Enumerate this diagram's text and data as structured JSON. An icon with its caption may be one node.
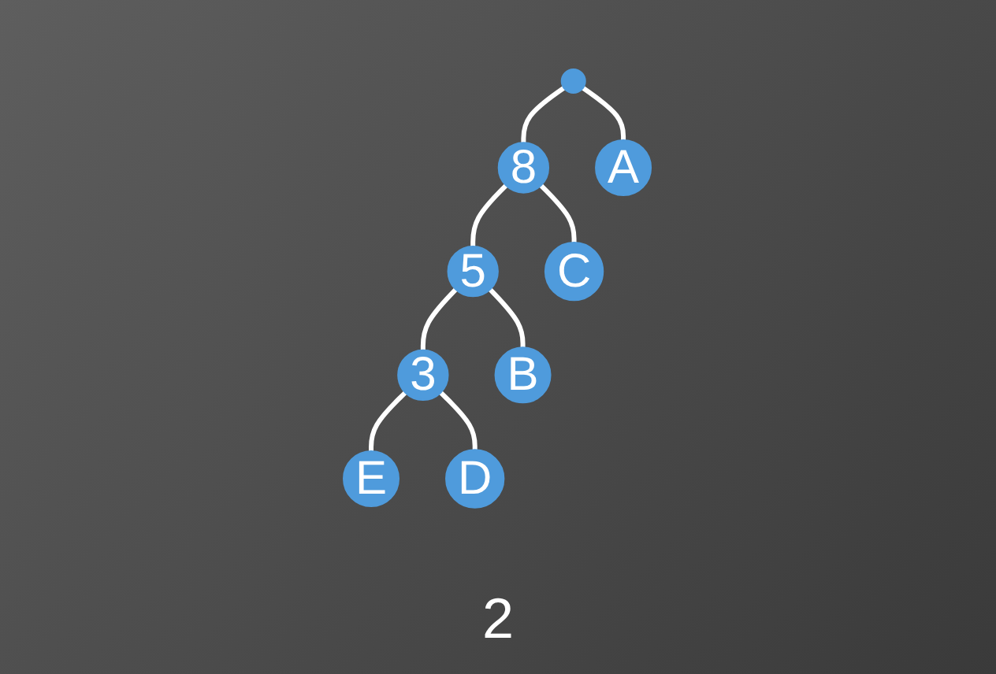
{
  "diagram": {
    "nodes": [
      {
        "text": [],
        "shape": "circle"
      },
      {
        "text": [
          "8"
        ]
      },
      {
        "text": [
          "5"
        ]
      },
      {
        "text": [
          "3"
        ]
      },
      {
        "text": [
          "A"
        ]
      },
      {
        "text": [
          "C"
        ]
      },
      {
        "text": [
          "B"
        ]
      },
      {
        "text": [
          "E"
        ],
        "beside": [
          "2"
        ]
      },
      {
        "text": [
          "D"
        ]
      }
    ],
    "edges": [
      {
        "from": 0,
        "to": 1,
        "arrow": "none"
      },
      {
        "from": 0,
        "to": 4,
        "arrow": "none"
      },
      {
        "from": 1,
        "to": 5,
        "arrow": "none"
      },
      {
        "from": 1,
        "to": 2,
        "arrow": "none"
      },
      {
        "from": 2,
        "to": 6,
        "arrow": "none"
      },
      {
        "from": 2,
        "to": 3,
        "arrow": "none"
      },
      {
        "from": 3,
        "to": 7,
        "arrow": "none"
      },
      {
        "from": 3,
        "to": 8,
        "arrow": "none"
      }
    ]
  }
}
